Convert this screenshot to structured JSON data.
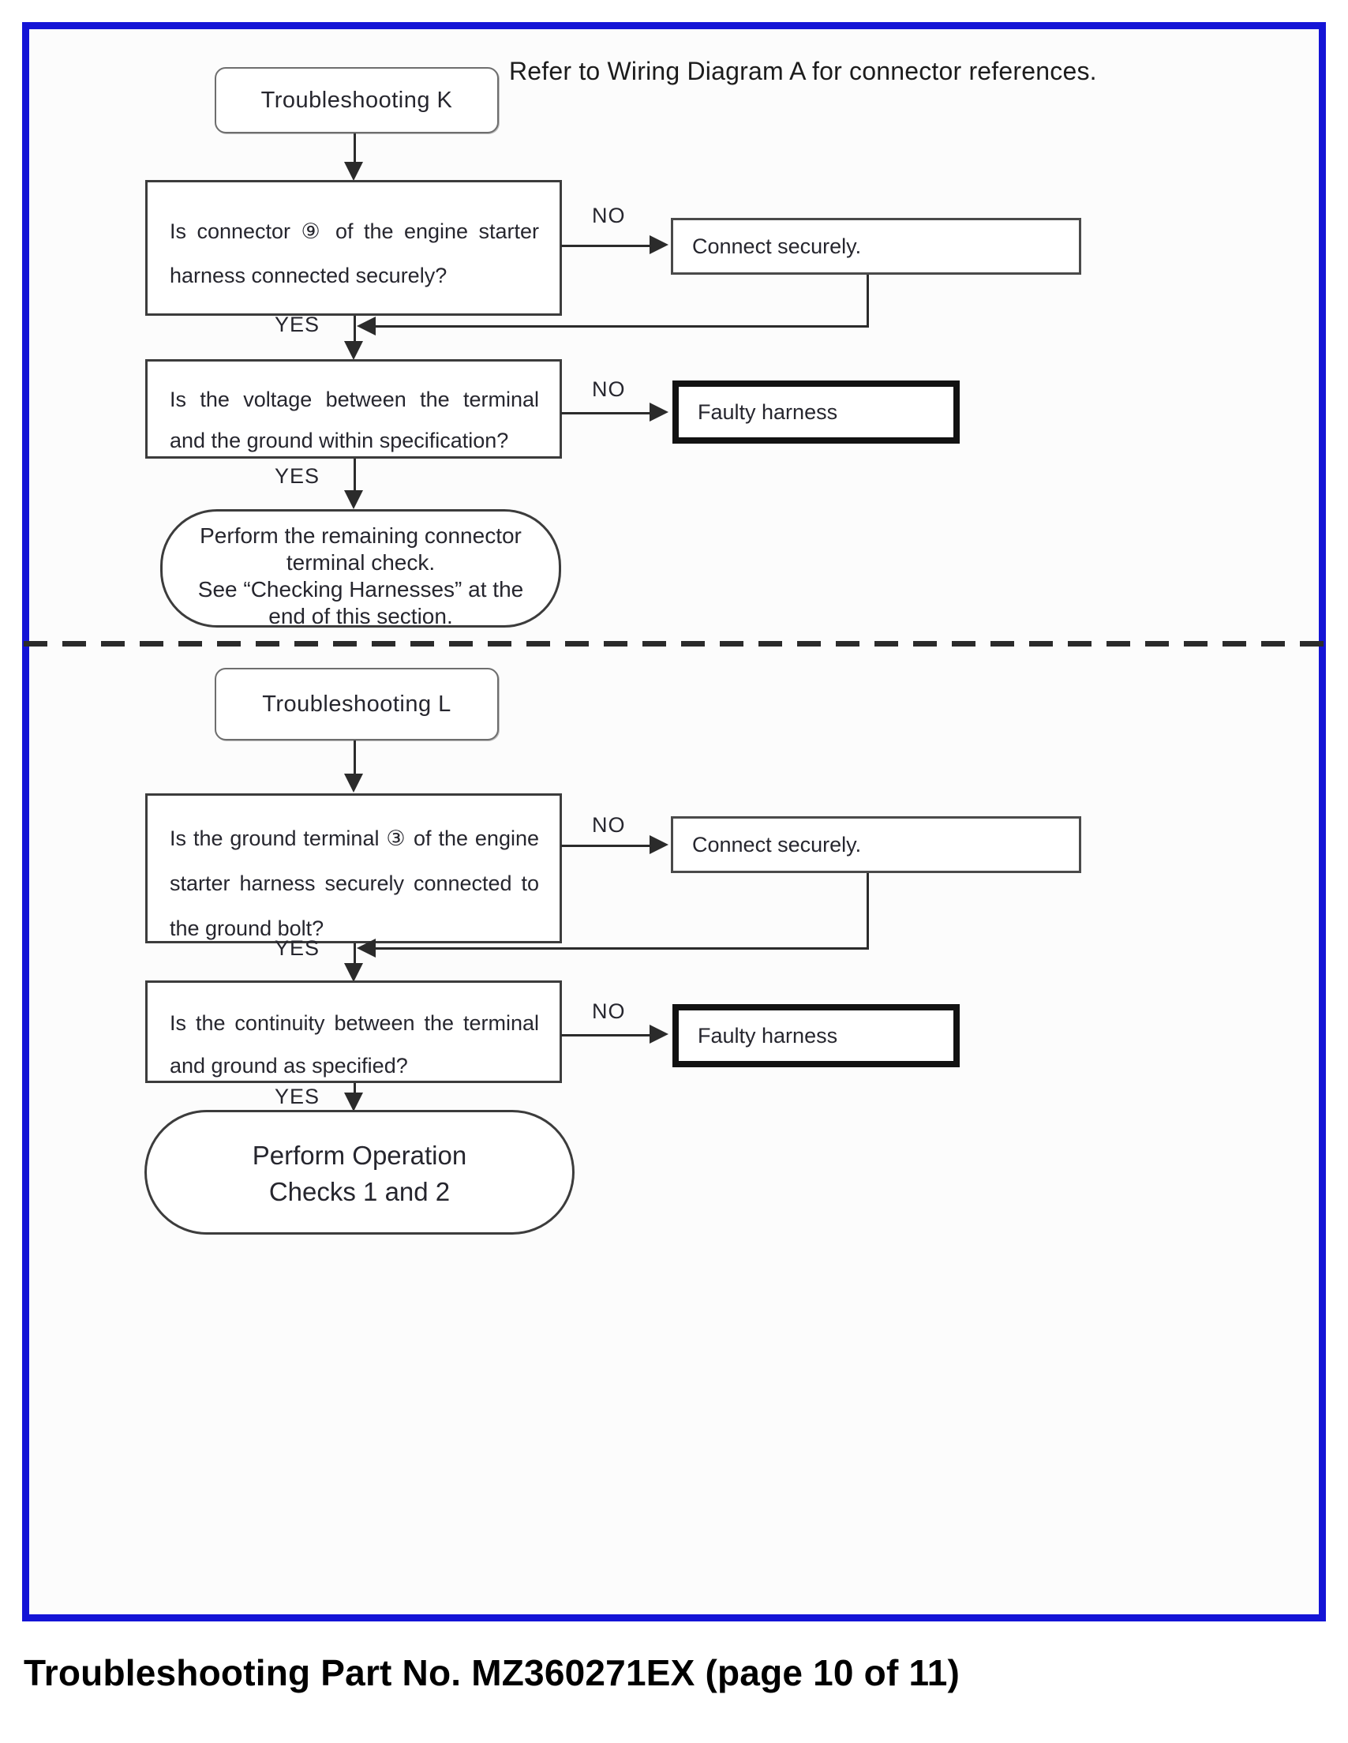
{
  "labels": {
    "yes": "YES",
    "no": "NO"
  },
  "note": "Refer to Wiring Diagram A for connector references.",
  "footer": "Troubleshooting Part No. MZ360271EX (page 10 of 11)",
  "chart_k": {
    "title": "Troubleshooting K",
    "q1_text": "Is connector ⑨ of the engine starter harness connected securely?",
    "q1_no_action": "Connect securely.",
    "q2_text": "Is the voltage between the terminal and the ground within specification?",
    "q2_no_action": "Faulty harness",
    "terminal_text": "Perform the remaining connector\nterminal check.\nSee “Checking Harnesses” at the\nend of this section."
  },
  "chart_l": {
    "title": "Troubleshooting L",
    "q1_text": "Is the ground terminal ③ of the engine starter harness securely connected to the ground bolt?",
    "q1_no_action": "Connect securely.",
    "q2_text": "Is the continuity between the terminal and ground as specified?",
    "q2_no_action": "Faulty harness",
    "terminal_text": "Perform Operation\nChecks 1 and 2"
  }
}
